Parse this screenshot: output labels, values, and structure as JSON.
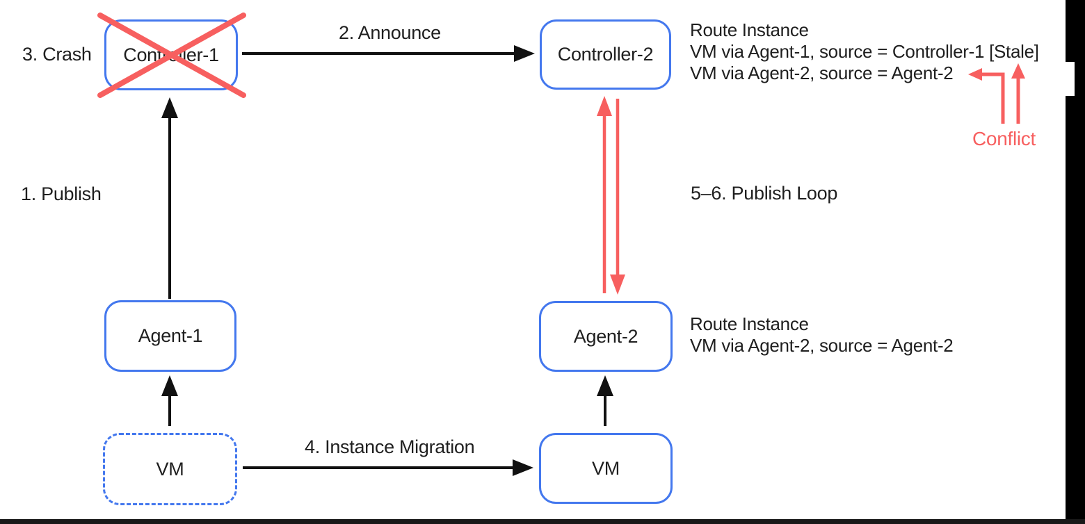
{
  "colors": {
    "node_border_blue": "#4478ee",
    "alert_red": "#f75f5f",
    "text_black": "#1f1f1f",
    "frame_black": "#000000"
  },
  "nodes": {
    "controller1": {
      "label": "Controller-1"
    },
    "controller2": {
      "label": "Controller-2"
    },
    "agent1": {
      "label": "Agent-1"
    },
    "agent2": {
      "label": "Agent-2"
    },
    "vm_source": {
      "label": "VM"
    },
    "vm_target": {
      "label": "VM"
    }
  },
  "steps": {
    "publish": "1. Publish",
    "announce": "2. Announce",
    "crash": "3. Crash",
    "migration": "4. Instance Migration",
    "publish_loop": "5–6. Publish Loop"
  },
  "annotations": {
    "controller2_routes": {
      "title": "Route Instance",
      "line1": "VM via Agent-1, source = Controller-1 [Stale]",
      "line2": "VM via Agent-2, source = Agent-2"
    },
    "agent2_routes": {
      "title": "Route Instance",
      "line1": "VM via Agent-2, source = Agent-2"
    },
    "conflict_label": "Conflict"
  }
}
